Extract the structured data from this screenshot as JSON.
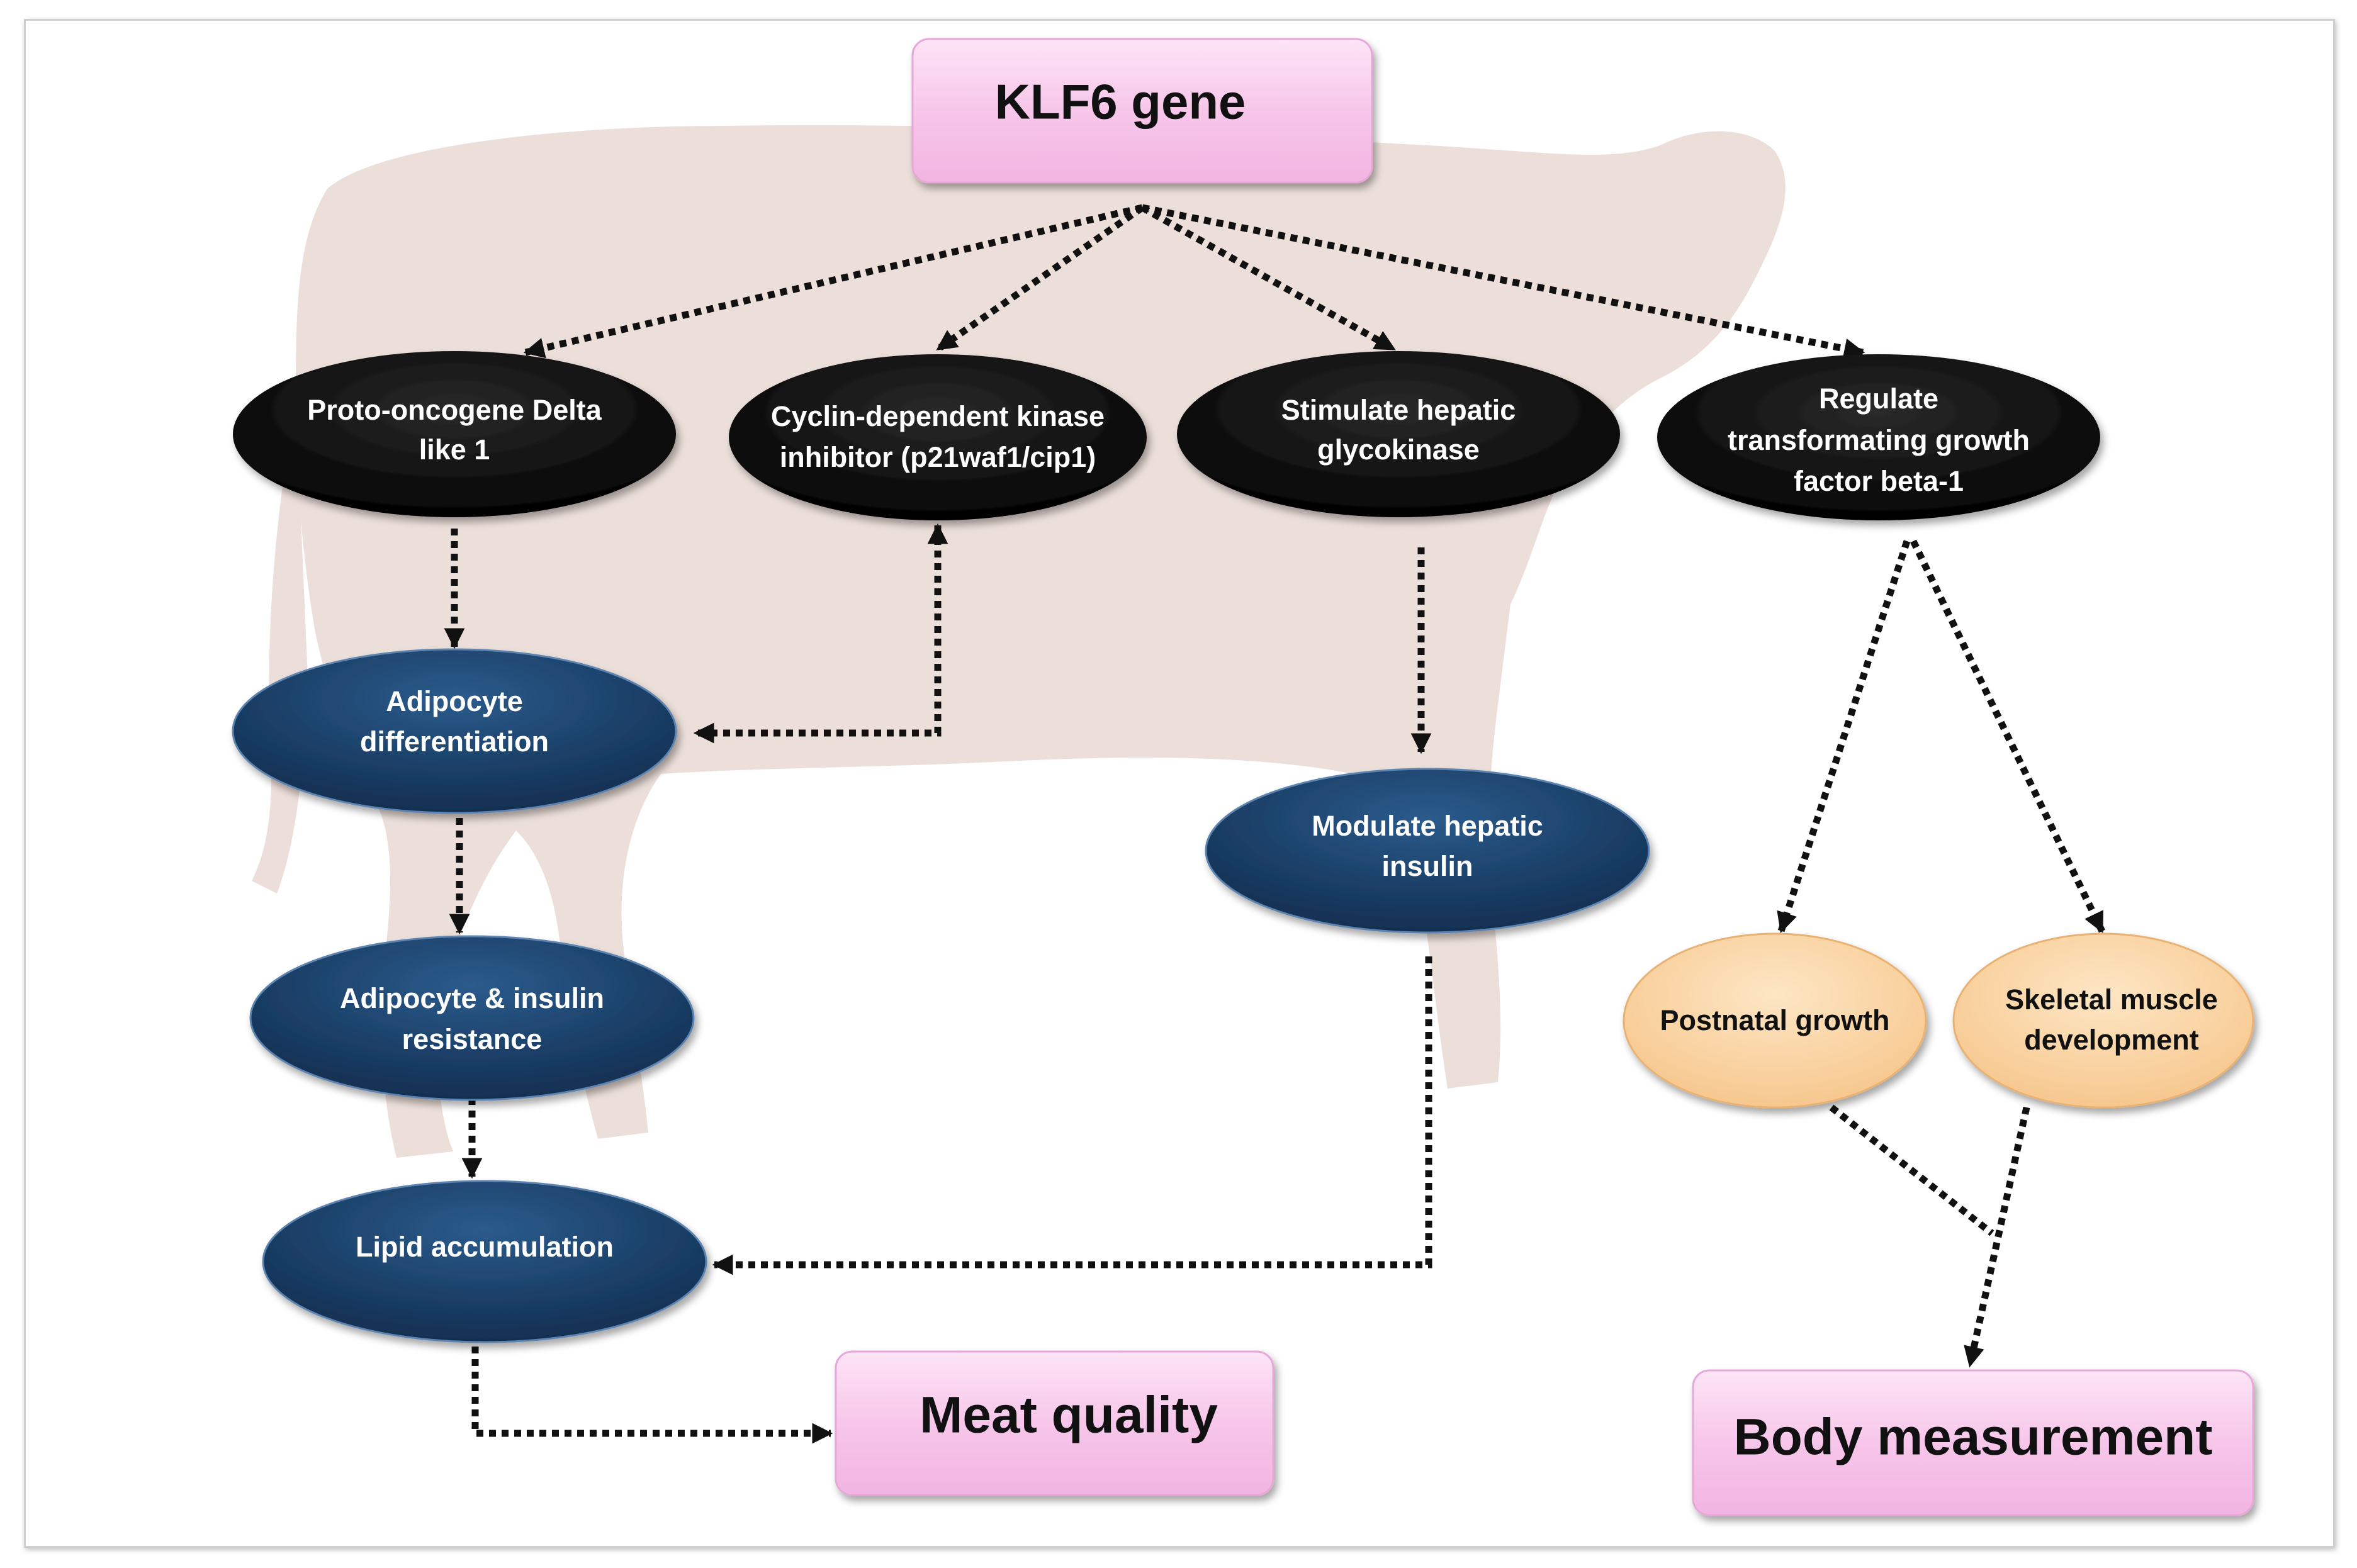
{
  "title": "KLF6 gene",
  "colors": {
    "pink_box": "#f7c6ea",
    "black_node": "#000000",
    "navy_node": "#16385f",
    "peach_node": "#fad6a7",
    "cow_silhouette": "#eadbd6"
  },
  "nodes": {
    "klf6": "KLF6 gene",
    "dlk1": [
      "Proto-oncogene Delta",
      "like 1"
    ],
    "cdk": [
      "Cyclin-dependent kinase",
      "inhibitor (p21waf1/cip1)"
    ],
    "glyco": [
      "Stimulate hepatic",
      "glycokinase"
    ],
    "tgf": [
      "Regulate",
      "transformating growth",
      "factor beta-1"
    ],
    "adipo_diff": [
      "Adipocyte",
      "differentiation"
    ],
    "adipo_insulin": [
      "Adipocyte & insulin",
      "resistance"
    ],
    "lipid": [
      "Lipid accumulation"
    ],
    "modulate": [
      "Modulate hepatic",
      "insulin"
    ],
    "postnatal": [
      "Postnatal growth"
    ],
    "skeletal": [
      "Skeletal muscle",
      "development"
    ],
    "meat": "Meat quality",
    "body": "Body measurement"
  }
}
